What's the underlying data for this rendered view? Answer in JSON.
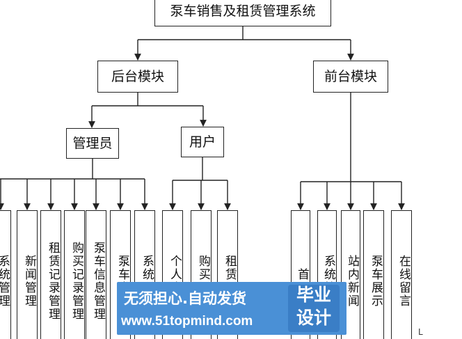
{
  "root": "泵车销售及租赁管理系统",
  "modules": {
    "backend": "后台模块",
    "frontend": "前台模块"
  },
  "roles": {
    "admin": "管理员",
    "user": "用户"
  },
  "admin_functions": [
    "系统管理",
    "新闻管理",
    "租赁记录管理",
    "购买记录管理",
    "泵车信息管理",
    "泵车类别",
    "系统用户"
  ],
  "user_functions": [
    "个人资料",
    "购买记录",
    "租赁记录"
  ],
  "frontend_functions": [
    "首页",
    "系统简介",
    "站内新闻",
    "泵车展示",
    "在线留言"
  ],
  "watermark": {
    "line1": "无须担心.自动发货",
    "line2": "www.51topmind.com",
    "logo_line1": "毕业",
    "logo_line2": "设计"
  },
  "corner_mark": "L"
}
